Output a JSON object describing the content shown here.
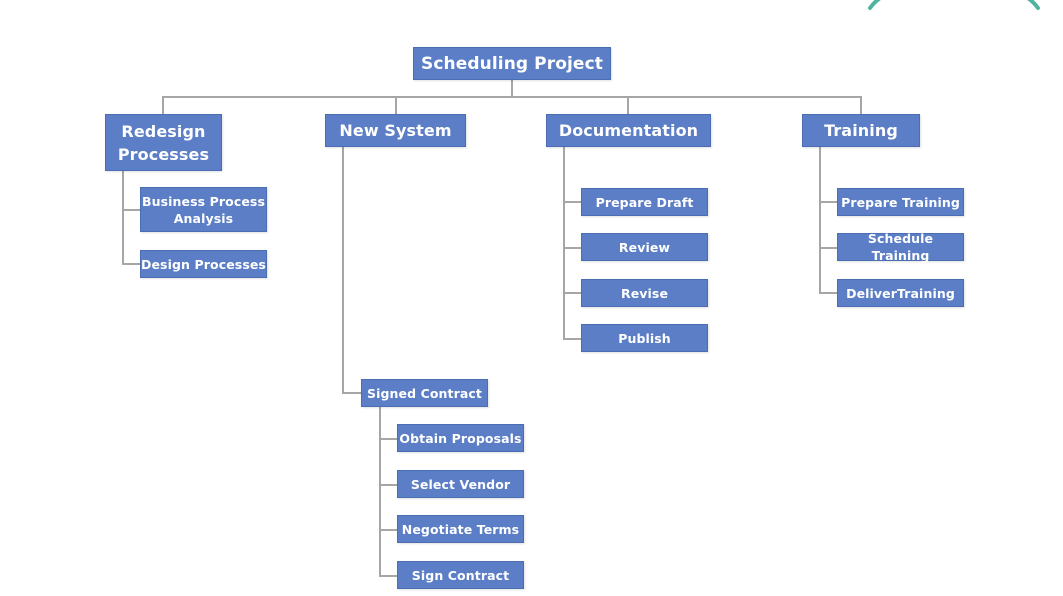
{
  "diagram": {
    "root": "Scheduling Project",
    "branches": [
      {
        "label": "Redesign\nProcesses",
        "children": [
          "Business Process\nAnalysis",
          "Design Processes"
        ]
      },
      {
        "label": "New System",
        "children": [
          "Signed Contract"
        ],
        "grandchildren": [
          "Obtain Proposals",
          "Select Vendor",
          "Negotiate Terms",
          "Sign Contract"
        ]
      },
      {
        "label": "Documentation",
        "children": [
          "Prepare Draft",
          "Review",
          "Revise",
          "Publish"
        ]
      },
      {
        "label": "Training",
        "children": [
          "Prepare Training",
          "Schedule Training",
          "DeliverTraining"
        ]
      }
    ]
  },
  "colors": {
    "box_fill": "#5b7ec6",
    "box_text": "#ffffff",
    "connector": "#a6a6a6",
    "accent_arc": "#4fb3a0"
  }
}
